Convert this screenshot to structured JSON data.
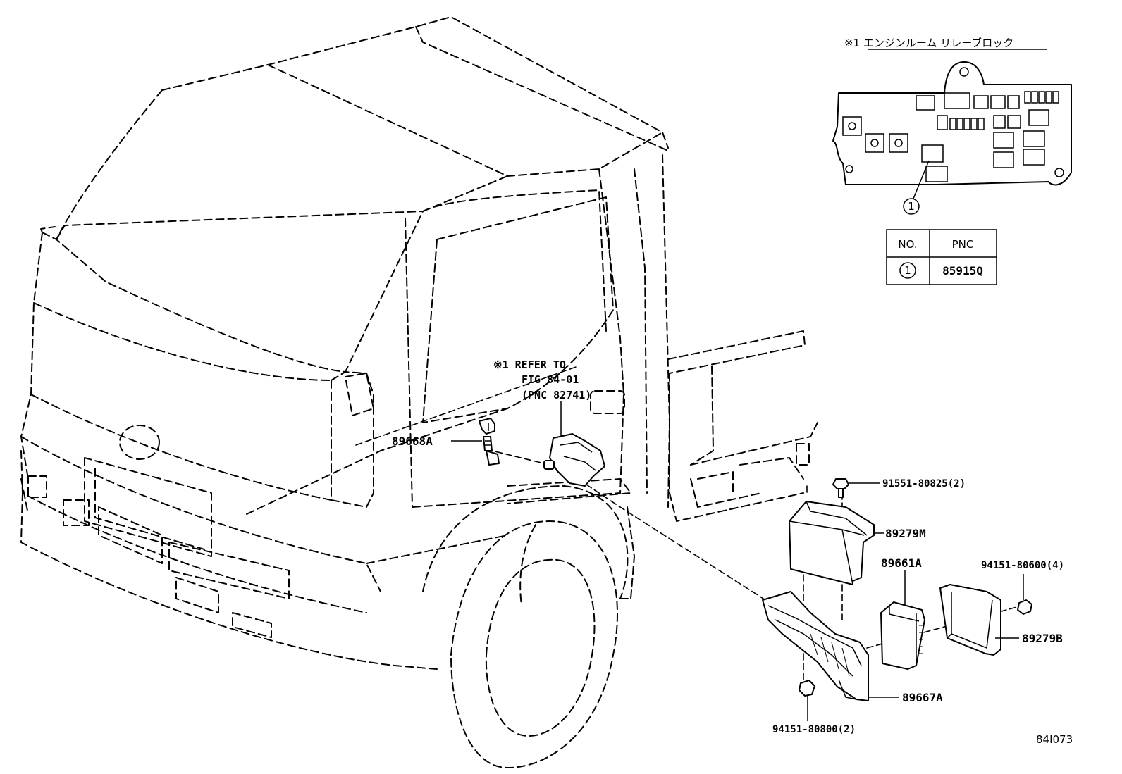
{
  "relay_block": {
    "title": "※1 エンジンルーム リレーブロック",
    "callout": "1"
  },
  "table": {
    "headers": [
      "NO.",
      "PNC"
    ],
    "rows": [
      {
        "no": "1",
        "pnc": "85915Q"
      }
    ]
  },
  "reference_note": {
    "line1": "※1 REFER TO",
    "line2": "FIG 84-01",
    "line3": "(PNC 82741)"
  },
  "parts": {
    "p89668A": "89668A",
    "p91551": "91551-80825(2)",
    "p89279M": "89279M",
    "p89661A": "89661A",
    "p94151_600": "94151-80600(4)",
    "p89279B": "89279B",
    "p89667A": "89667A",
    "p94151_800": "94151-80800(2)"
  },
  "figure_code": "84I073"
}
